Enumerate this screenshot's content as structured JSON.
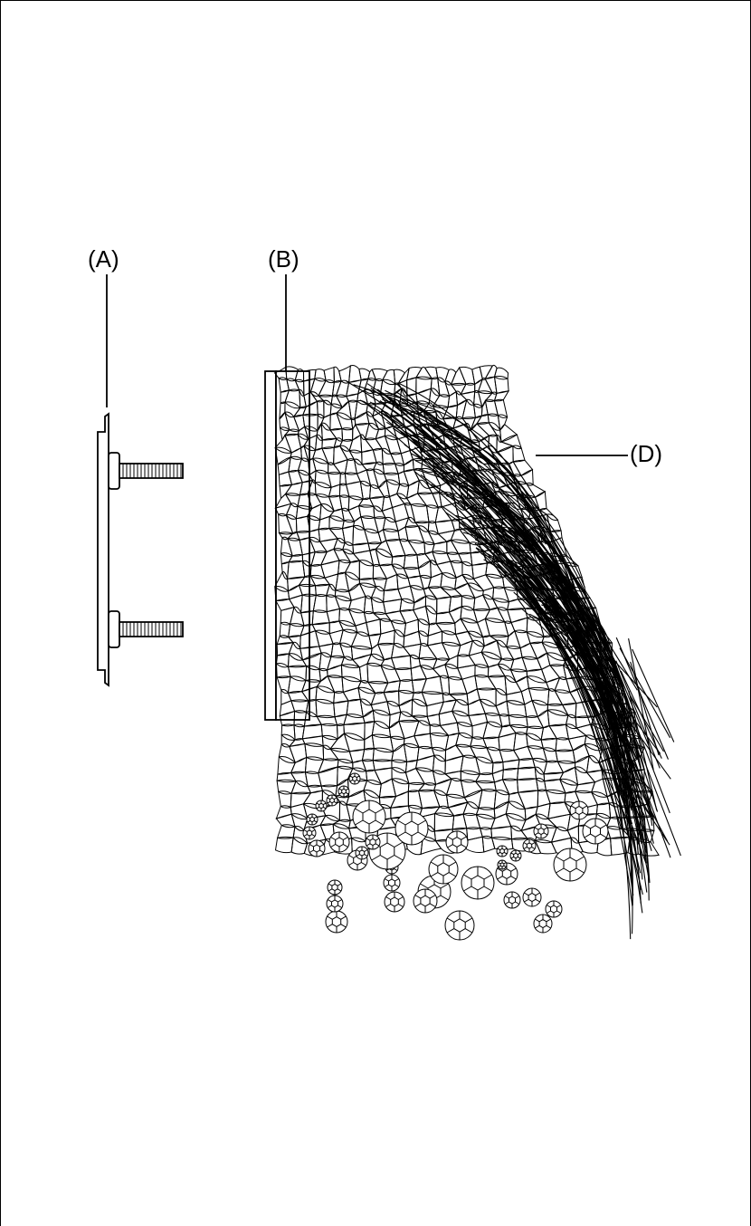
{
  "labels": {
    "a": "(A)",
    "b": "(B)",
    "d": "(D)"
  },
  "colors": {
    "line": "#000000",
    "background": "#ffffff"
  }
}
